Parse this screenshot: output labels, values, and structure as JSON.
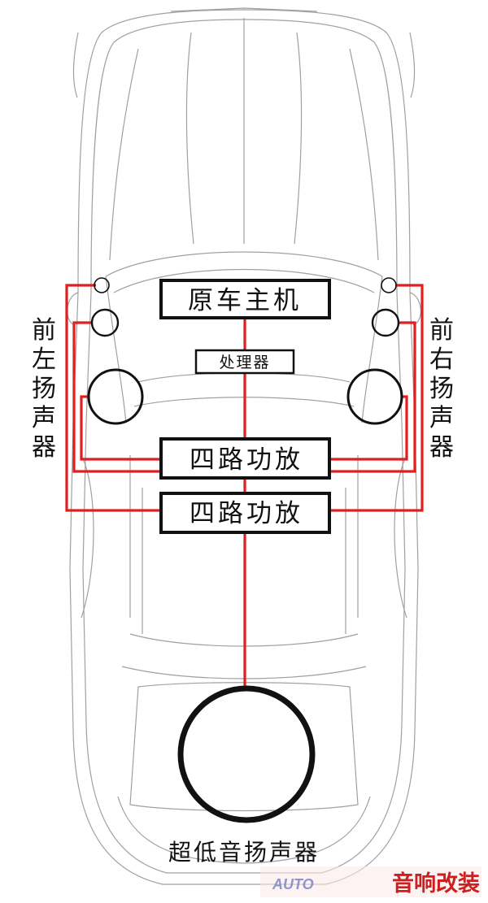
{
  "components": {
    "head_unit": "原车主机",
    "processor": "处理器",
    "amp_upper": "四路功放",
    "amp_lower": "四路功放"
  },
  "labels": {
    "front_left_speaker": [
      "前",
      "左",
      "扬",
      "声",
      "器"
    ],
    "front_right_speaker": [
      "前",
      "右",
      "扬",
      "声",
      "器"
    ],
    "subwoofer": "超低音扬声器"
  },
  "watermark": {
    "brand_left": "AUTO",
    "brand_right": "音响改装"
  },
  "colors": {
    "wire": "#e02020",
    "outline": "#000000",
    "car_line": "#9a9a9a",
    "watermark_right": "#cc1f1f",
    "watermark_left": "#7a86c8"
  }
}
